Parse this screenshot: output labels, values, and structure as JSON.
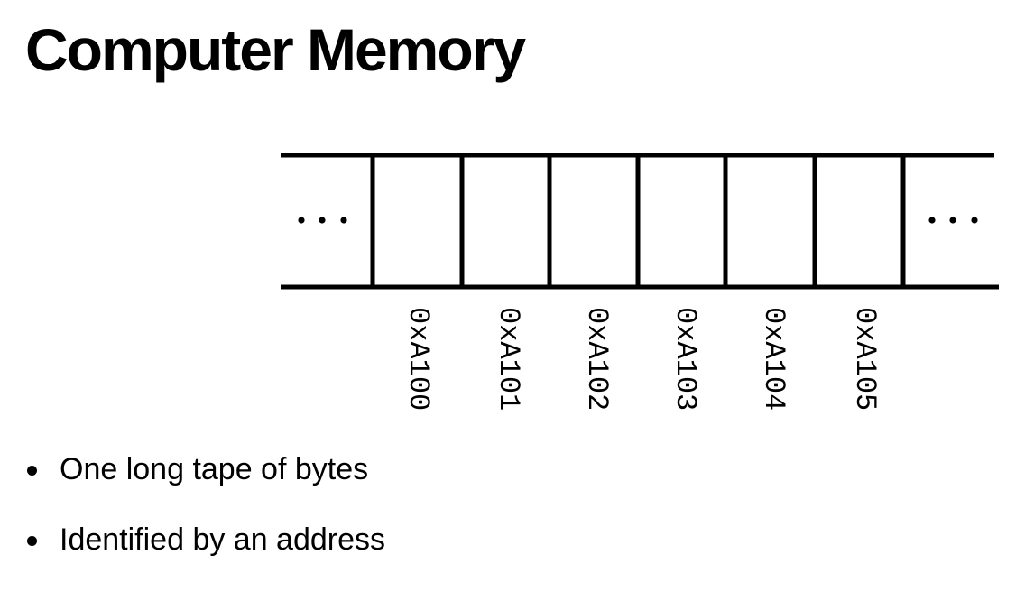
{
  "title": "Computer Memory",
  "diagram": {
    "cells_before_ellipsis": "...",
    "cells_after_ellipsis": "...",
    "addresses": [
      "0xA100",
      "0xA101",
      "0xA102",
      "0xA103",
      "0xA104",
      "0xA105"
    ]
  },
  "bullets": [
    "One long tape of bytes",
    "Identified by an address"
  ]
}
